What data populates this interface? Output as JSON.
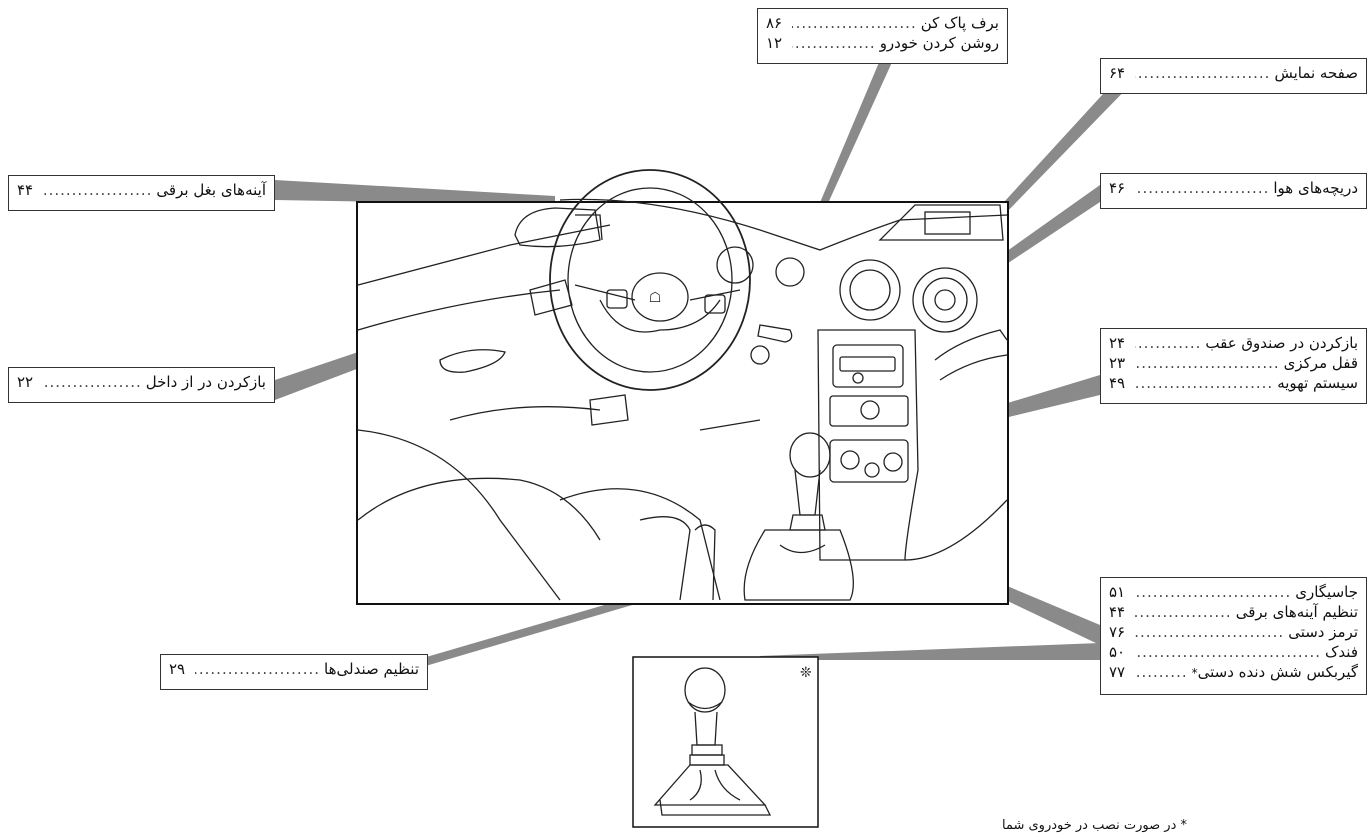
{
  "callouts": {
    "wipers": [
      {
        "label": "برف پاک کن",
        "page": "۸۶"
      },
      {
        "label": "روشن کردن خودرو",
        "page": "۱۲"
      }
    ],
    "display": [
      {
        "label": "صفحه نمایش",
        "page": "۶۴"
      }
    ],
    "vents": [
      {
        "label": "دریچه‌های هوا",
        "page": "۴۶"
      }
    ],
    "mirrors": [
      {
        "label": "آینه‌های بغل برقی",
        "page": "۴۴"
      }
    ],
    "door": [
      {
        "label": "بازکردن در از داخل",
        "page": "۲۲"
      }
    ],
    "console": [
      {
        "label": "بازکردن در صندوق عقب",
        "page": "۲۴"
      },
      {
        "label": "قفل مرکزی",
        "page": "۲۳"
      },
      {
        "label": "سیستم تهویه",
        "page": "۴۹"
      }
    ],
    "tunnel": [
      {
        "label": "جاسیگاری",
        "page": "۵۱"
      },
      {
        "label": "تنظیم آینه‌های برقی",
        "page": "۴۴"
      },
      {
        "label": "ترمز دستی",
        "page": "۷۶"
      },
      {
        "label": "فندک",
        "page": "۵۰"
      },
      {
        "label": "گیربکس شش دنده دستی",
        "page": "۷۷"
      }
    ],
    "seats": [
      {
        "label": "تنظیم صندلی‌ها",
        "page": "۲۹"
      }
    ]
  },
  "asterisk": "*",
  "inset_marker": "❊",
  "footnote": "* در صورت نصب در خودروی شما"
}
